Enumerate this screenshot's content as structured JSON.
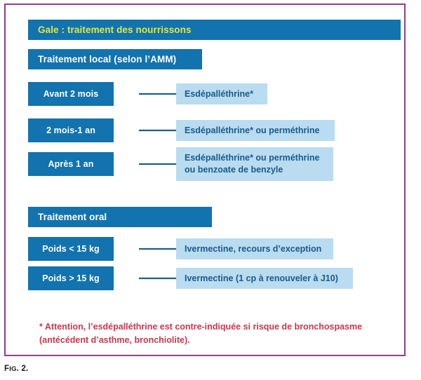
{
  "figure": {
    "caption_prefix": "F",
    "caption_smallcaps": "IG",
    "caption_suffix": ". 2.",
    "caption_full": "Fig. 2.",
    "border_color": "#8e3f86"
  },
  "colors": {
    "bar_blue": "#1273ae",
    "title_yellow": "#e3e83a",
    "light_blue_box": "#b9dcf0",
    "box_text_blue": "#1a5a8c",
    "footnote_red": "#c8374d",
    "arrow_blue": "#1a5f8e",
    "white": "#ffffff"
  },
  "title_bar": {
    "label": "Gale : traitement des nourrissons"
  },
  "sections": [
    {
      "id": "local",
      "header": "Traitement local (selon l’AMM)",
      "rows": [
        {
          "criterion": "Avant 2 mois",
          "arrow": "arrow-right-icon",
          "treatment": "Esdépalléthrine*"
        },
        {
          "criterion": "2 mois-1 an",
          "arrow": "arrow-right-icon",
          "treatment": "Esdépalléthrine* ou perméthrine"
        },
        {
          "criterion": "Après 1 an",
          "arrow": "arrow-right-icon",
          "treatment_line1": "Esdépalléthrine* ou perméthrine",
          "treatment_line2": "ou benzoate de benzyle"
        }
      ]
    },
    {
      "id": "oral",
      "header": "Traitement oral",
      "rows": [
        {
          "criterion": "Poids < 15 kg",
          "arrow": "arrow-right-icon",
          "treatment": "Ivermectine, recours d’exception"
        },
        {
          "criterion": "Poids > 15 kg",
          "arrow": "arrow-right-icon",
          "treatment": "Ivermectine (1 cp à renouveler à J10)"
        }
      ]
    }
  ],
  "footnote": {
    "line1": "* Attention, l’esdépalléthrine est contre-indiquée si risque de bronchospasme",
    "line2": "(antécédent d’asthme, bronchiolite)."
  }
}
